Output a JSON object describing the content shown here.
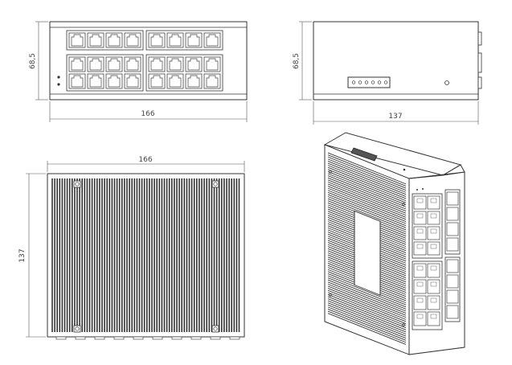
{
  "drawing": {
    "front_view": {
      "width_label": "166",
      "height_label": "68,5"
    },
    "side_view": {
      "width_label": "137",
      "height_label": "68,5"
    },
    "top_view": {
      "width_label": "166",
      "height_label": "137"
    },
    "iso_view": {}
  }
}
